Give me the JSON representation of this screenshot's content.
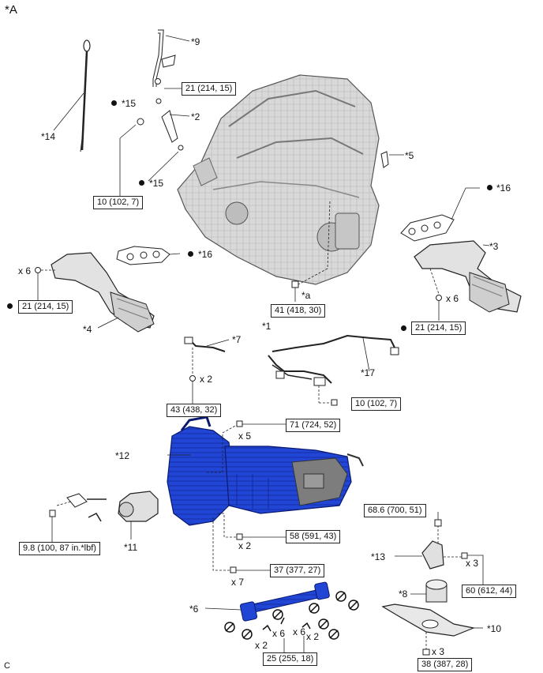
{
  "figure_label": "*A",
  "corner_label": "C",
  "labels": {
    "p9": "*9",
    "p15a": "*15",
    "p2": "*2",
    "p15b": "*15",
    "p14": "*14",
    "p5": "*5",
    "p16a": "*16",
    "p3": "*3",
    "p16b": "*16",
    "p4": "*4",
    "pa": "*a",
    "p1": "*1",
    "p7": "*7",
    "p17": "*17",
    "p12": "*12",
    "p11": "*11",
    "p13": "*13",
    "p8": "*8",
    "p10": "*10",
    "p6": "*6"
  },
  "torques": {
    "t_9": "21 (214, 15)",
    "t_2": "10 (102, 7)",
    "t_4": "21 (214, 15)",
    "t_a": "41 (418, 30)",
    "t_3": "21 (214, 15)",
    "t_7": "43 (438, 32)",
    "t_17": "10 (102, 7)",
    "t_71": "71 (724, 52)",
    "t_11": "9.8 (100, 87 in.*lbf)",
    "t_58": "58 (591, 43)",
    "t_37": "37 (377, 27)",
    "t_688": "68.6 (700, 51)",
    "t_60": "60 (612, 44)",
    "t_25": "25 (255, 18)",
    "t_38": "38 (387, 28)"
  },
  "qty": {
    "q4": "x 6",
    "q3": "x 6",
    "q7": "x 2",
    "q71": "x 5",
    "q58": "x 2",
    "q37": "x 7",
    "q60": "x 3",
    "q38": "x 3",
    "q6a": "x 2",
    "q6b": "x 6",
    "q6c": "x 6",
    "q6d": "x 2"
  },
  "colors": {
    "transmission": "#1f3fd1",
    "propeller_shaft": "#1f3fd1",
    "engine": "#cfcfcf",
    "line": "#222222"
  }
}
